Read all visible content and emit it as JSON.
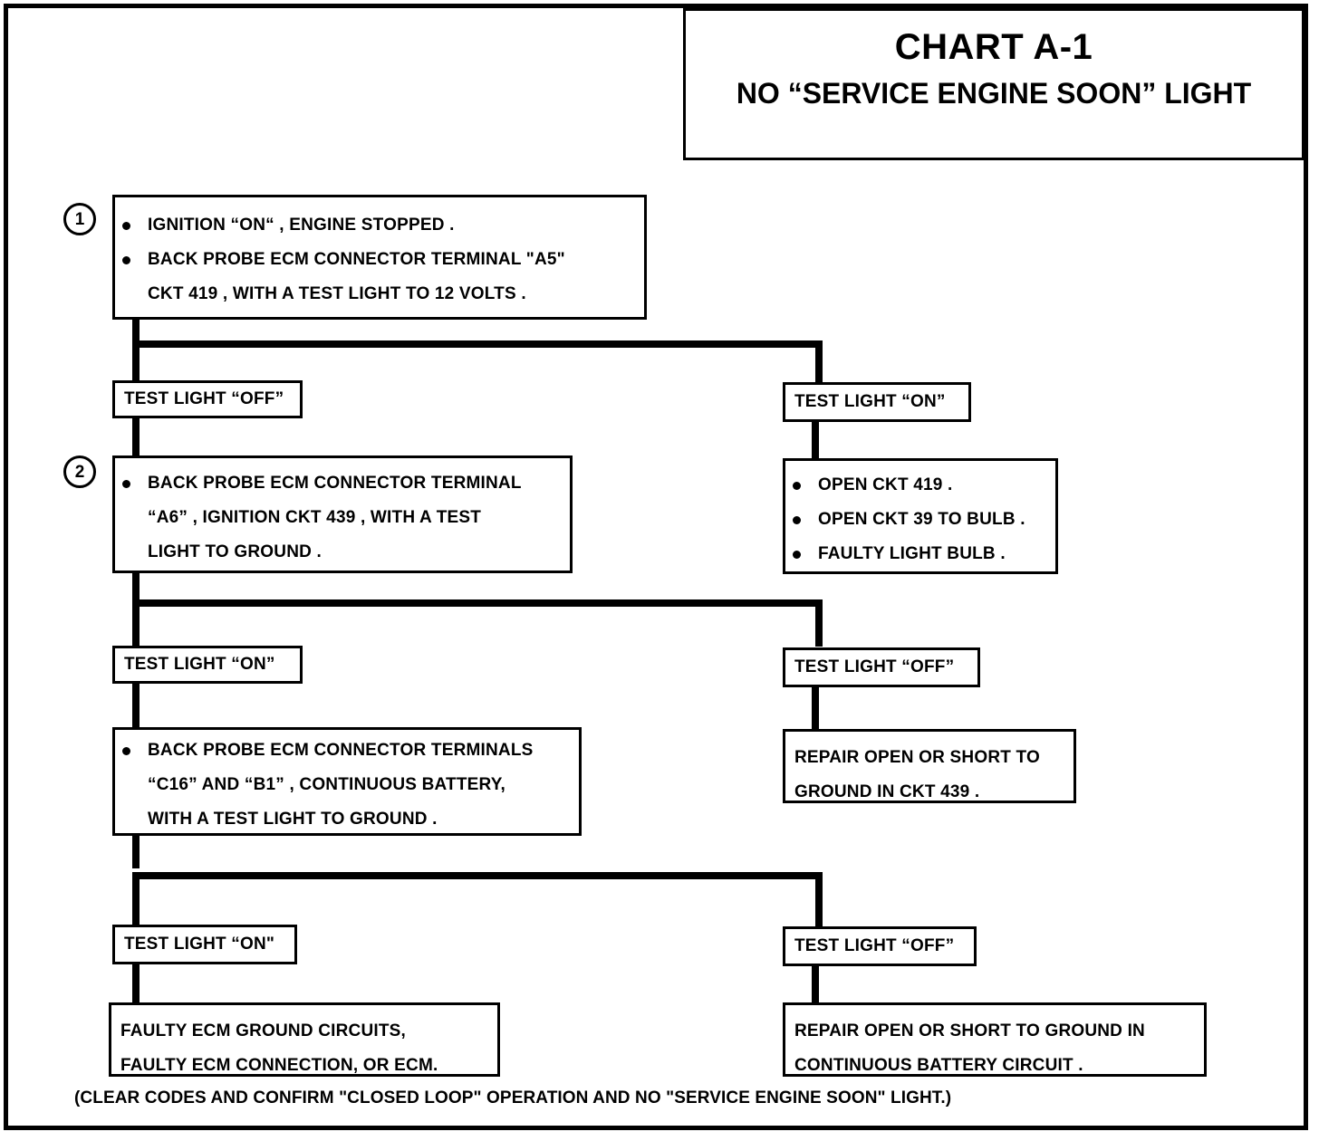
{
  "chart": {
    "title": "CHART A-1",
    "subtitle": "NO “SERVICE ENGINE SOON” LIGHT"
  },
  "steps": {
    "step1_number": "1",
    "step2_number": "2"
  },
  "step1": {
    "bullet1": "IGNITION “ON“ , ENGINE STOPPED .",
    "bullet2_line1": "BACK PROBE ECM CONNECTOR TERMINAL \"A5\"",
    "bullet2_line2": "CKT 419 , WITH A TEST LIGHT TO 12 VOLTS ."
  },
  "branch1": {
    "left_label": "TEST LIGHT “OFF”",
    "right_label": "TEST LIGHT “ON”"
  },
  "step2": {
    "bullet1_line1": "BACK PROBE ECM CONNECTOR TERMINAL",
    "bullet1_line2": "“A6” , IGNITION CKT 439 , WITH A TEST",
    "bullet1_line3": "LIGHT TO GROUND ."
  },
  "result_open_ckt": {
    "bullet1": "OPEN CKT 419 .",
    "bullet2": "OPEN CKT 39 TO BULB .",
    "bullet3": "FAULTY LIGHT BULB ."
  },
  "branch2": {
    "left_label": "TEST LIGHT “ON”",
    "right_label": "TEST LIGHT “OFF”"
  },
  "step3": {
    "bullet1_line1": "BACK PROBE ECM CONNECTOR TERMINALS",
    "bullet1_line2": "“C16”  AND  “B1” , CONTINUOUS BATTERY,",
    "bullet1_line3": "WITH   A TEST LIGHT TO GROUND ."
  },
  "result_repair_439": {
    "line1": "REPAIR OPEN OR SHORT TO",
    "line2": "GROUND IN CKT 439 ."
  },
  "branch3": {
    "left_label": "TEST LIGHT “ON\"",
    "right_label": "TEST LIGHT “OFF”"
  },
  "result_faulty_ecm": {
    "line1": "FAULTY ECM GROUND CIRCUITS,",
    "line2": "FAULTY ECM CONNECTION, OR ECM."
  },
  "result_repair_battery": {
    "line1": "REPAIR OPEN OR SHORT TO GROUND IN",
    "line2": "CONTINUOUS BATTERY CIRCUIT ."
  },
  "footer": {
    "note": "(CLEAR CODES AND CONFIRM \"CLOSED LOOP\" OPERATION AND NO \"SERVICE ENGINE SOON\" LIGHT.)"
  },
  "colors": {
    "ink": "#000000",
    "paper": "#ffffff"
  }
}
